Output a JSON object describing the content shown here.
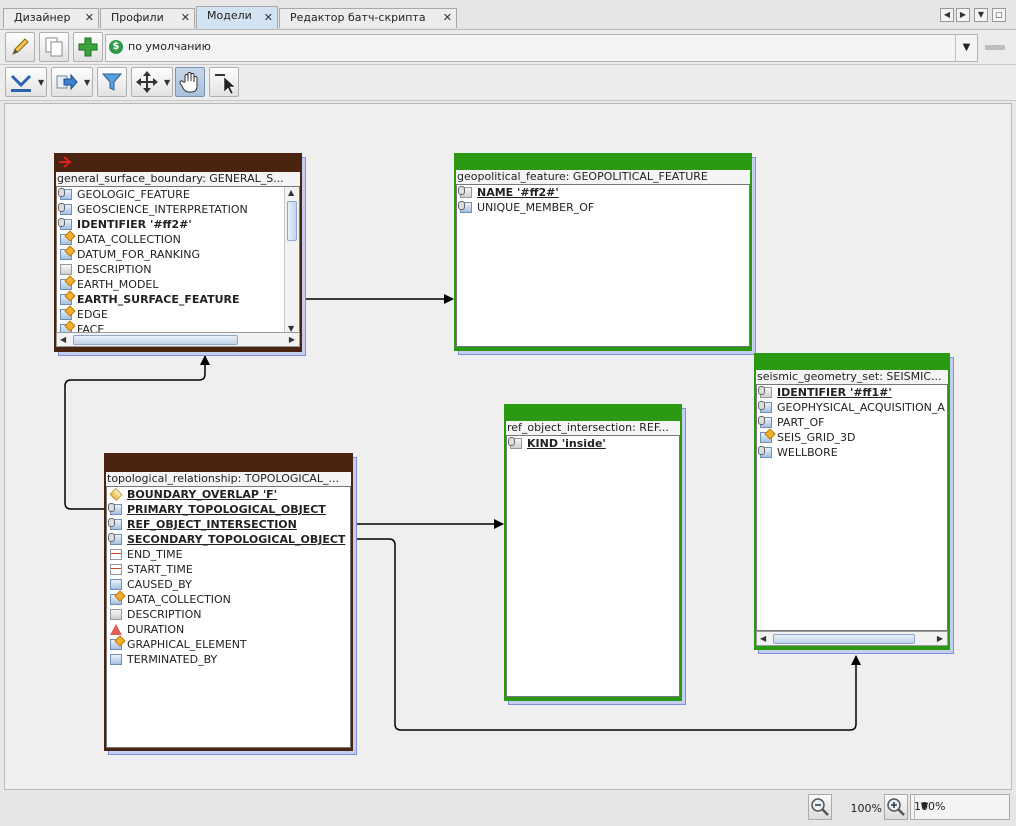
{
  "tabs": [
    {
      "label": "Дизайнер",
      "active": false
    },
    {
      "label": "Профили",
      "active": false
    },
    {
      "label": "Модели",
      "active": true
    },
    {
      "label": "Редактор батч-скрипта",
      "active": false
    }
  ],
  "scheme": {
    "label": "по умолчанию"
  },
  "entities": {
    "general_surface_boundary": {
      "title": "general_surface_boundary: GENERAL_S...",
      "attributes": [
        "GEOLOGIC_FEATURE",
        "GEOSCIENCE_INTERPRETATION",
        "IDENTIFIER '#ff2#'",
        "DATA_COLLECTION",
        "DATUM_FOR_RANKING",
        "DESCRIPTION",
        "EARTH_MODEL",
        "EARTH_SURFACE_FEATURE",
        "EDGE",
        "FACE"
      ]
    },
    "geopolitical_feature": {
      "title": "geopolitical_feature: GEOPOLITICAL_FEATURE",
      "attributes": [
        "NAME '#ff2#'",
        "UNIQUE_MEMBER_OF"
      ]
    },
    "seismic_geometry_set": {
      "title": "seismic_geometry_set: SEISMIC...",
      "attributes": [
        "IDENTIFIER '#ff1#'",
        "GEOPHYSICAL_ACQUISITION_A",
        "PART_OF",
        "SEIS_GRID_3D",
        "WELLBORE"
      ]
    },
    "ref_object_intersection": {
      "title": "ref_object_intersection: REF...",
      "attributes": [
        "KIND 'inside'"
      ]
    },
    "topological_relationship": {
      "title": "topological_relationship: TOPOLOGICAL_...",
      "attributes": [
        "BOUNDARY_OVERLAP 'F'",
        "PRIMARY_TOPOLOGICAL_OBJECT",
        "REF_OBJECT_INTERSECTION",
        "SECONDARY_TOPOLOGICAL_OBJECT",
        "END_TIME",
        "START_TIME",
        "CAUSED_BY",
        "DATA_COLLECTION",
        "DESCRIPTION",
        "DURATION",
        "GRAPHICAL_ELEMENT",
        "TERMINATED_BY"
      ]
    }
  },
  "zoom": {
    "label": "100%",
    "selected": "100%"
  },
  "colors": {
    "brown_entity": "#4a2411",
    "green_entity": "#2a9a13",
    "selection": "#d4e3f3"
  }
}
